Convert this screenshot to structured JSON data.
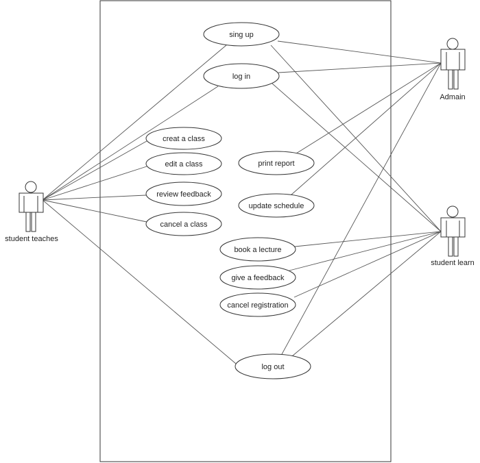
{
  "actors": {
    "admin": "Admain",
    "teacher": "student teaches",
    "learner": "student learn"
  },
  "use_cases": {
    "sign_up": "sing up",
    "log_in": "log in",
    "create_class": "creat a class",
    "edit_class": "edit a class",
    "review_feedback": "review feedback",
    "cancel_class": "cancel a class",
    "print_report": "print report",
    "update_schedule": "update schedule",
    "book_lecture": "book a lecture",
    "give_feedback": "give a feedback",
    "cancel_registration": "cancel registration",
    "log_out": "log out"
  },
  "associations": [
    [
      "teacher",
      "sign_up"
    ],
    [
      "teacher",
      "log_in"
    ],
    [
      "teacher",
      "create_class"
    ],
    [
      "teacher",
      "edit_class"
    ],
    [
      "teacher",
      "review_feedback"
    ],
    [
      "teacher",
      "cancel_class"
    ],
    [
      "teacher",
      "log_out"
    ],
    [
      "admin",
      "sign_up"
    ],
    [
      "admin",
      "log_in"
    ],
    [
      "admin",
      "print_report"
    ],
    [
      "admin",
      "update_schedule"
    ],
    [
      "admin",
      "log_out"
    ],
    [
      "learner",
      "sign_up"
    ],
    [
      "learner",
      "log_in"
    ],
    [
      "learner",
      "book_lecture"
    ],
    [
      "learner",
      "give_feedback"
    ],
    [
      "learner",
      "cancel_registration"
    ],
    [
      "learner",
      "log_out"
    ]
  ]
}
